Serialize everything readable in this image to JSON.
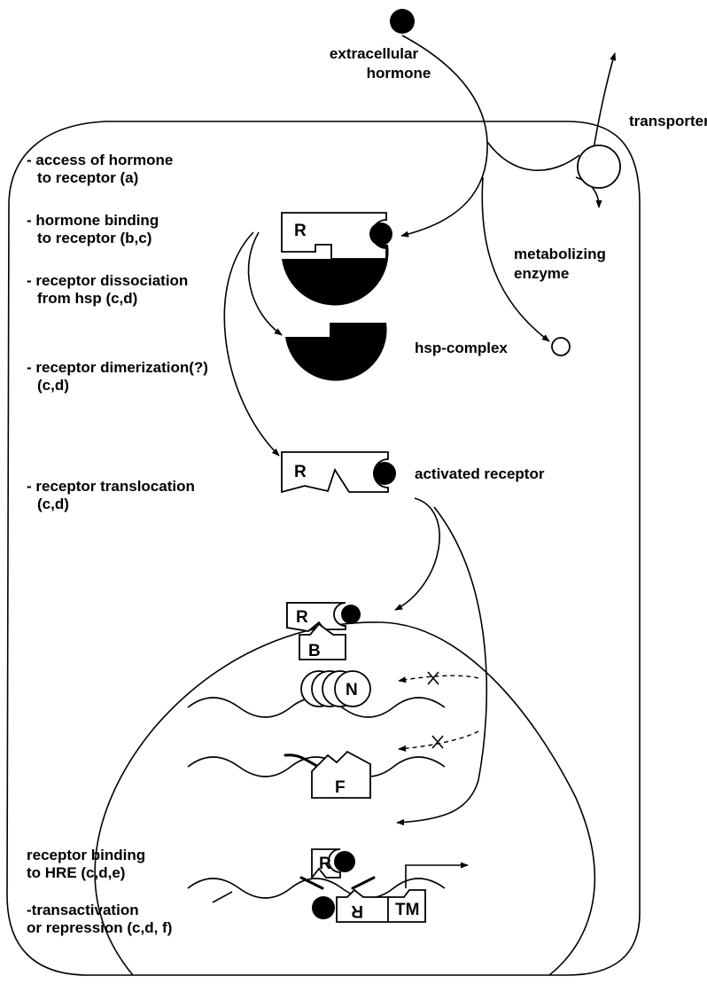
{
  "labels": {
    "extracellular_hormone_line1": "extracellular",
    "extracellular_hormone_line2": "hormone",
    "transporter": "transporter",
    "metabolizing_enzyme_line1": "metabolizing",
    "metabolizing_enzyme_line2": "enzyme",
    "hsp_complex": "hsp-complex",
    "activated_receptor": "activated receptor"
  },
  "steps": {
    "access_line1": "- access of hormone",
    "access_line2": "to receptor (a)",
    "binding_line1": "- hormone binding",
    "binding_line2": "to receptor (b,c)",
    "dissociation_line1": "- receptor dissociation",
    "dissociation_line2": "from hsp (c,d)",
    "dimerization_line1": "- receptor dimerization(?)",
    "dimerization_line2": "(c,d)",
    "translocation_line1": "- receptor translocation",
    "translocation_line2": "(c,d)",
    "hre_line1": "receptor binding",
    "hre_line2": "to HRE (c,d,e)",
    "transactivation_line1": "-transactivation",
    "transactivation_line2": "or repression (c,d, f)"
  },
  "tags": {
    "receptor": "R",
    "bound_factor": "B",
    "nucleosome": "N",
    "factor": "F",
    "receptor_flipped": "R",
    "transcription_machinery": "TM"
  }
}
